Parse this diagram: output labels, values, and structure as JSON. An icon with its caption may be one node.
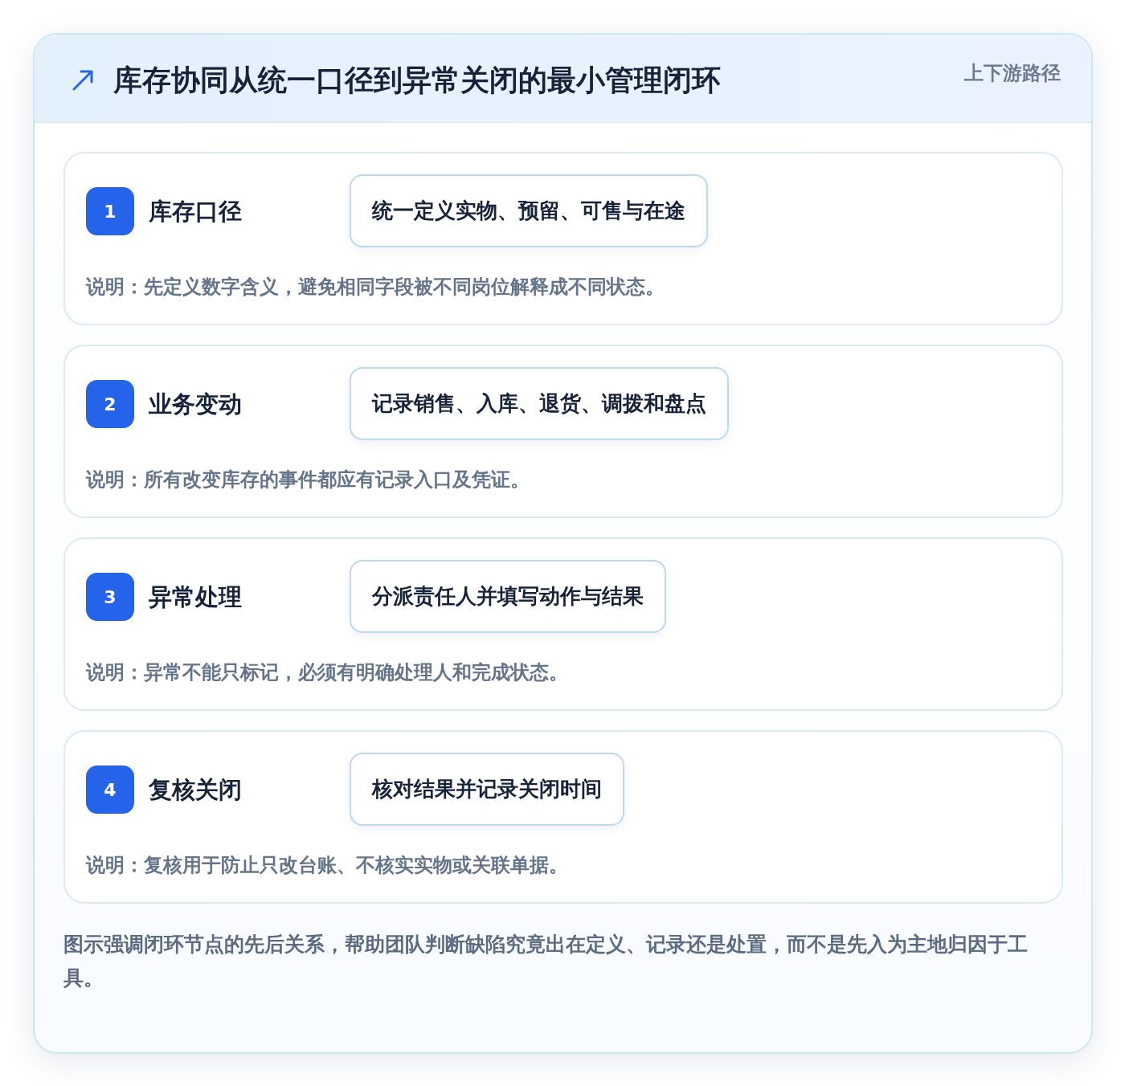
{
  "diagram": {
    "title": "库存协同从统一口径到异常关闭的最小管理闭环",
    "nodes": [
      {
        "text": [
          "库存口径",
          "说明：先定义数字含义，避免相同字段被不同岗位解释成不同状态。"
        ]
      },
      {
        "text": [
          "1"
        ],
        "in": 0
      },
      {
        "text": [
          "统一定义实物、预留、可售与在途"
        ],
        "in": 0
      },
      {
        "text": [
          "业务变动",
          "说明：所有改变库存的事件都应有记录入口及凭证。"
        ]
      },
      {
        "text": [
          "2"
        ],
        "in": 3
      },
      {
        "text": [
          "记录销售、入库、退货、调拨和盘点"
        ],
        "in": 3
      },
      {
        "text": [
          "异常处理",
          "说明：异常不能只标记，必须有明确处理人和完成状态。"
        ]
      },
      {
        "text": [
          "3"
        ],
        "in": 6
      },
      {
        "text": [
          "分派责任人并填写动作与结果"
        ],
        "in": 6
      },
      {
        "text": [
          "复核关闭",
          "说明：复核用于防止只改台账、不核实实物或关联单据。"
        ]
      },
      {
        "text": [
          "4"
        ],
        "in": 9
      },
      {
        "text": [
          "核对结果并记录关闭时间"
        ],
        "in": 9
      }
    ],
    "labels": [
      "上下游路径"
    ],
    "caption": "图示强调闭环节点的先后关系，帮助团队判断缺陷究竟出在定义、记录还是处置，而不是先入为主地归因于工具。"
  }
}
